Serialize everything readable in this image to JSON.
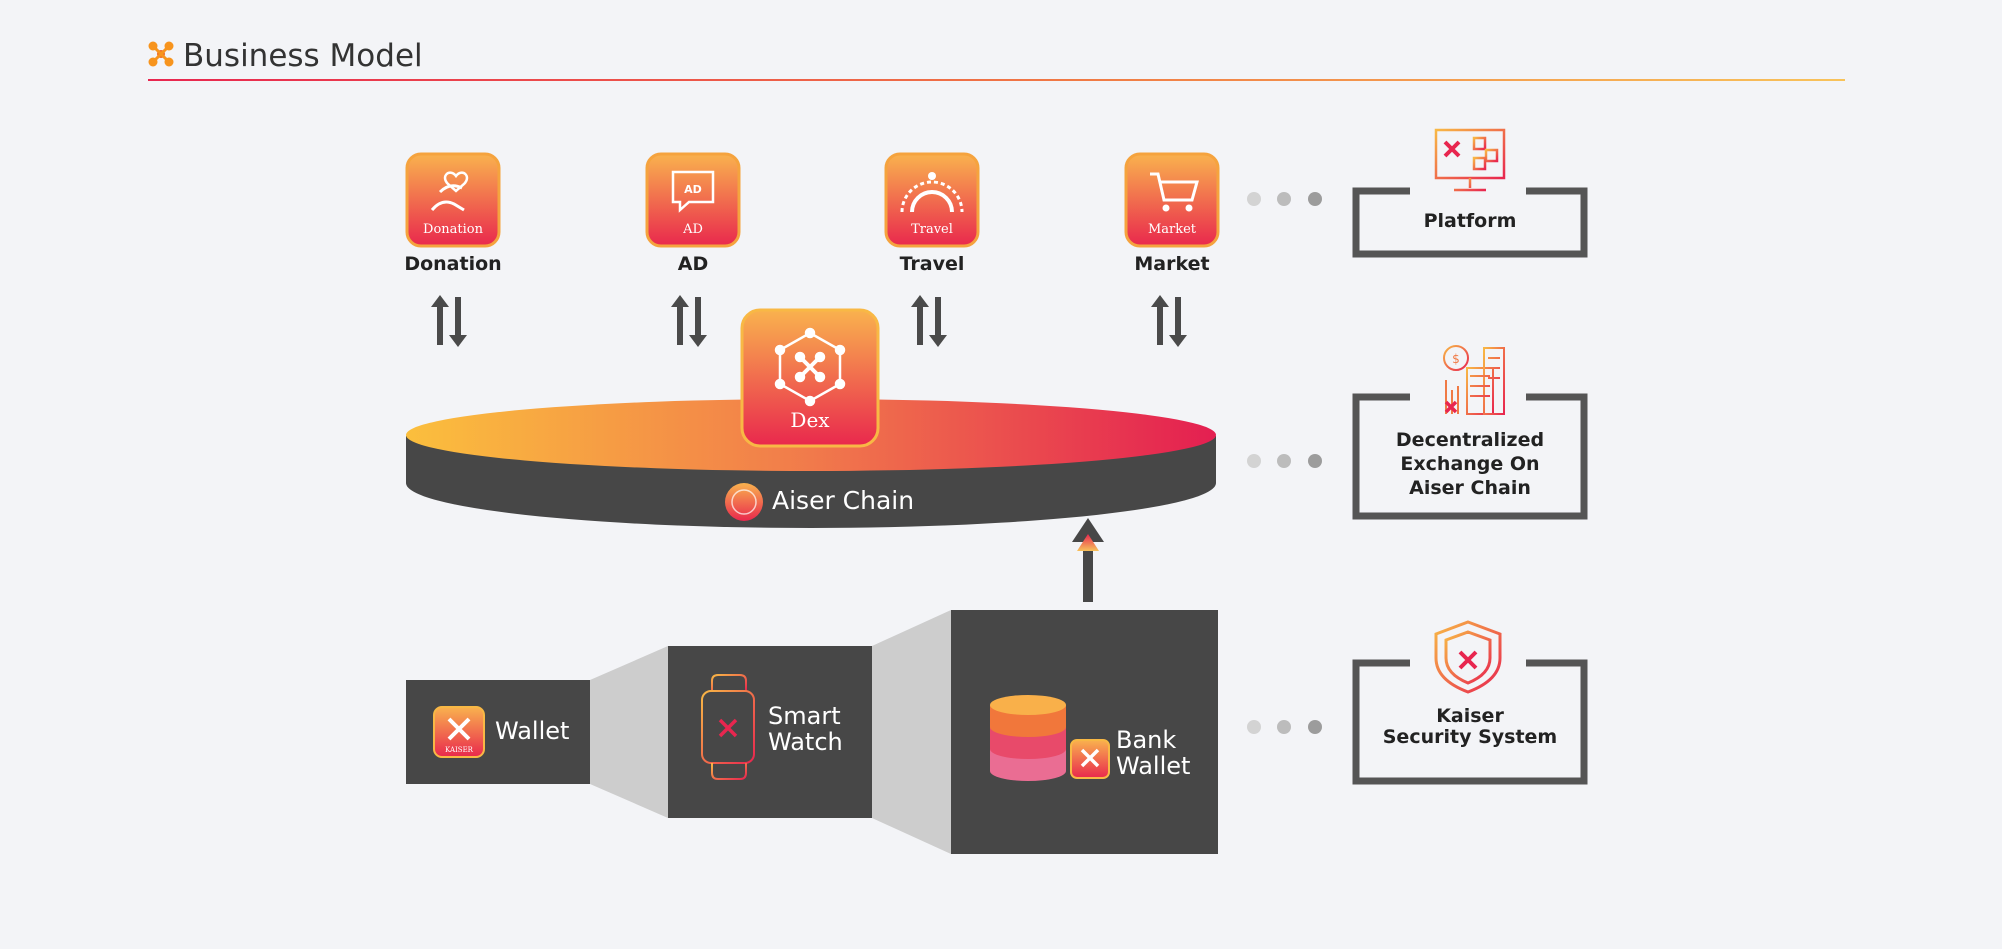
{
  "header": {
    "title": "Business Model"
  },
  "services": [
    {
      "label": "Donation",
      "icon_text": "Donation",
      "icon": "hands-heart-icon"
    },
    {
      "label": "AD",
      "icon_text": "AD",
      "icon": "ad-speech-bubble-icon"
    },
    {
      "label": "Travel",
      "icon_text": "Travel",
      "icon": "travel-arch-icon"
    },
    {
      "label": "Market",
      "icon_text": "Market",
      "icon": "shopping-cart-icon"
    }
  ],
  "dex": {
    "label": "Dex",
    "icon": "network-hexagon-icon"
  },
  "chain": {
    "label": "Aiser Chain",
    "icon": "coin-icon"
  },
  "devices": {
    "wallet": "Wallet",
    "smart_watch": [
      "Smart",
      "Watch"
    ],
    "bank_wallet": [
      "Bank",
      "Wallet"
    ],
    "badge_text": "KAISER"
  },
  "layers": {
    "platform": "Platform",
    "exchange": [
      "Decentralized",
      "Exchange On",
      "Aiser Chain"
    ],
    "security": [
      "Kaiser",
      "Security System"
    ]
  },
  "colors": {
    "gradient_start": "#f8c35a",
    "gradient_mid": "#f07a45",
    "gradient_end": "#e8264f",
    "dark": "#444444",
    "frame": "#555555"
  }
}
